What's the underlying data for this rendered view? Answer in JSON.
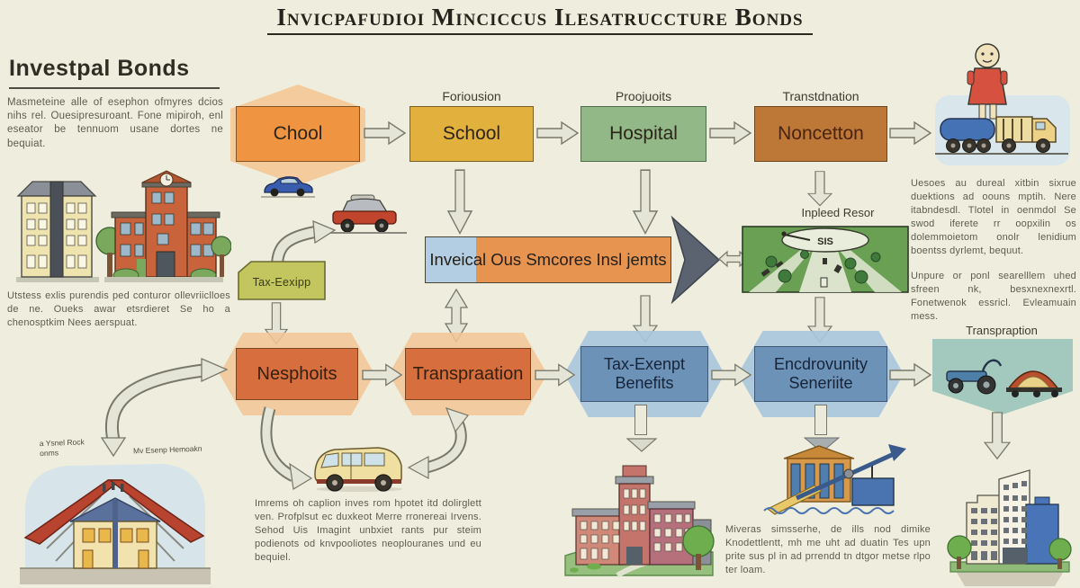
{
  "title": "Invicpafudioi Minciccus Ilesatruccture Bonds",
  "intro": {
    "heading": "Investpal Bonds",
    "body": "Masmeteine alle of esephon ofmyres dcios nihs rel. Ouesipresuroant. Fone mipiroh, enl eseator be tennuom usane dortes ne bequiat."
  },
  "top_flow": {
    "captions": {
      "school": "Foriousion",
      "hospital": "Proojuoits",
      "noncetton": "Transtdnation"
    },
    "boxes": {
      "chool": "Chool",
      "school": "School",
      "hospital": "Hospital",
      "noncetton": "Noncetton"
    }
  },
  "center": {
    "bar_label": "Inveical Ous Smcores Insl jemts",
    "runway_caption": "Inpleed Resor",
    "runway_sign": "SIS",
    "tax_tag": "Tax-Eexipp"
  },
  "bottom_flow": {
    "boxes": {
      "nesphoits": "Nesphoits",
      "transpraation": "Transpraation",
      "tax_exenpt_line1": "Tax-Exenpt",
      "tax_exenpt_line2": "Benefits",
      "encdrovunity_line1": "Encdrovunity",
      "encdrovunity_line2": "Seneriite"
    },
    "right_caption": "Transpraption"
  },
  "texts": {
    "left_mid": "Utstess exlis purendis ped conturor ollevriiclloes de ne. Oueks awar etsrdieret Se ho a chenosptkim Nees aerspuat.",
    "right_top": "Uesoes au dureal xitbin sixrue duektions ad oouns mptih. Nere itabndesdl. Tlotel in oenmdol Se swod iferete rr oopxilin os dolemmoietom onolr lenidium boentss dyrlemt, bequut.",
    "right_mid": "Unpure or ponl searelllem uhed sfreen nk, besxnexnexrtl. Fonetwenok essricl. Evleamuain mess.",
    "bottom_mid": "Imrems oh caplion inves rom hpotet itd dolirglett ven. Profplsut ec duxkeot Merre rronereai Irvens. Sehod Uis Imagint unbxiet rants pur steim podienots od knvpooliotes neoplouranes und eu bequiel.",
    "bottom_right": "Miveras simsserhe, de ills nod dimike Knodettlentt, mh me uht ad duatin Tes upn prite sus pl in ad prrendd tn dtgor metse rlpo ter loam."
  },
  "house": {
    "label_left": "a Ysnel Rock onms",
    "label_right": "Mv Esenp Hemoakn"
  },
  "colors": {
    "background": "#efeede",
    "box_orange": "#ef9440",
    "box_amber": "#e2b13d",
    "box_green": "#92b888",
    "box_brown": "#bd7837",
    "box_deep_orange": "#d66f3d",
    "box_blue": "#6d92b7",
    "bar_blue": "#b3cde3",
    "bar_orange": "#e69450",
    "bar_arrowhead": "#5b6370",
    "tax_tag_olive": "#c3c55e",
    "panel_teal": "#a3c9bf",
    "panel_lightblue": "#d9e6ec",
    "runway_green": "#6aa053"
  }
}
